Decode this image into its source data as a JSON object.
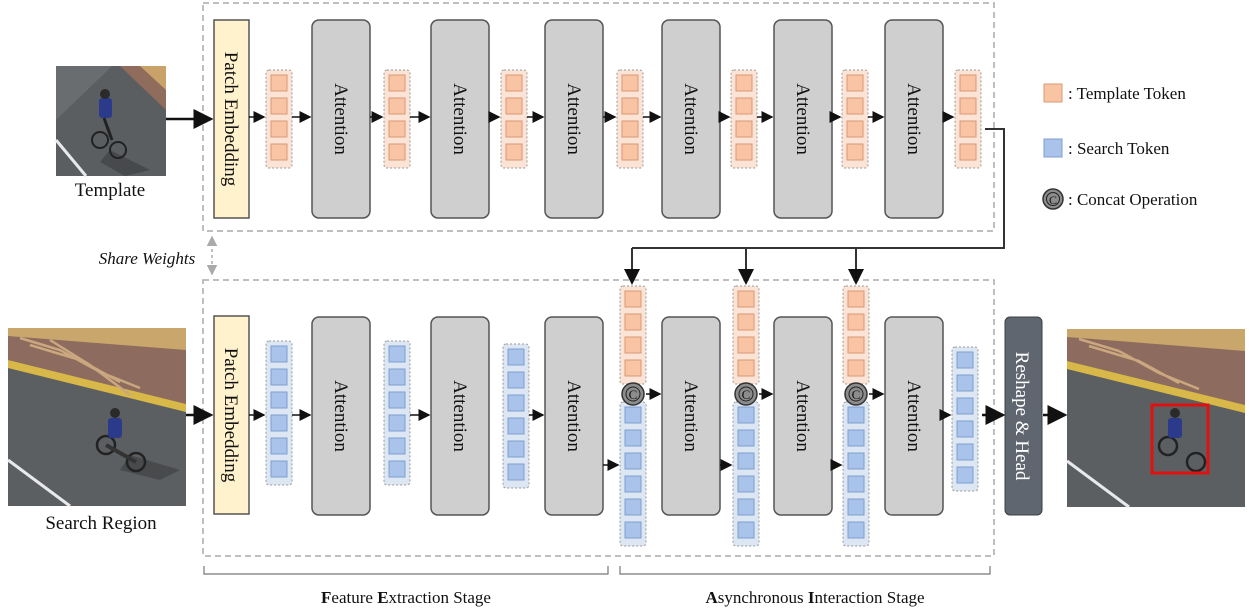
{
  "top_row": {
    "input_label": "Template",
    "patch_embedding": "Patch Embedding",
    "attention_blocks": [
      "Attention",
      "Attention",
      "Attention",
      "Attention",
      "Attention",
      "Attention"
    ]
  },
  "share_weights_label": "Share Weights",
  "bottom_row": {
    "input_label": "Search Region",
    "patch_embedding": "Patch Embedding",
    "attention_blocks": [
      "Attention",
      "Attention",
      "Attention",
      "Attention",
      "Attention",
      "Attention"
    ],
    "head_label": "Reshape & Head",
    "concat_symbol": "C"
  },
  "legend": [
    {
      "icon": "template-token",
      "label": ": Template Token"
    },
    {
      "icon": "search-token",
      "label": ": Search Token"
    },
    {
      "icon": "concat-op",
      "label": ": Concat Operation"
    }
  ],
  "stages": {
    "feature": {
      "parts": [
        [
          "F",
          true
        ],
        [
          "eature ",
          false
        ],
        [
          "E",
          true
        ],
        [
          "xtraction Stage",
          false
        ]
      ]
    },
    "interaction": {
      "parts": [
        [
          "A",
          true
        ],
        [
          "synchronous ",
          false
        ],
        [
          "I",
          true
        ],
        [
          "nteraction Stage",
          false
        ]
      ]
    }
  },
  "colors": {
    "template_token_fill": "#f9c4a4",
    "template_token_group_bg": "#fbe3d6",
    "search_token_fill": "#a9c3ea",
    "search_token_group_bg": "#dde6f3",
    "attention_fill": "#cfcfcf",
    "patch_embedding_fill": "#fff2cc",
    "head_fill": "#5f6670",
    "bbox_red": "#e01010"
  }
}
